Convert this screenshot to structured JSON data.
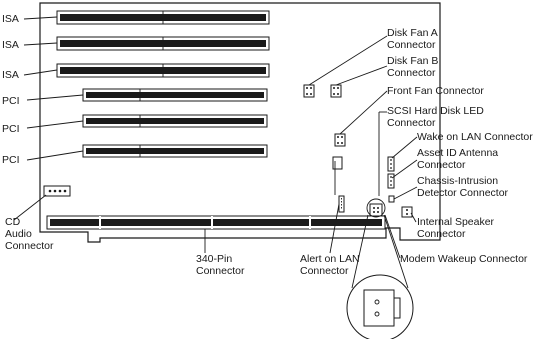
{
  "labels": {
    "isa1": "ISA",
    "isa2": "ISA",
    "isa3": "ISA",
    "pci1": "PCI",
    "pci2": "PCI",
    "pci3": "PCI",
    "cd_audio": [
      "CD",
      "Audio",
      "Connector"
    ],
    "disk_fan_a": [
      "Disk Fan A",
      "Connector"
    ],
    "disk_fan_b": [
      "Disk Fan B",
      "Connector"
    ],
    "front_fan": "Front Fan Connector",
    "scsi_led": [
      "SCSI Hard Disk LED",
      "Connector"
    ],
    "wake_on_lan": "Wake on LAN Connector",
    "asset_id": [
      "Asset ID Antenna",
      "Connector"
    ],
    "chassis_intrusion": [
      "Chassis-Intrusion",
      "Detector Connector"
    ],
    "internal_speaker": [
      "Internal Speaker",
      "Connector"
    ],
    "pin340": [
      "340-Pin",
      "Connector"
    ],
    "alert_on_lan": [
      "Alert on LAN",
      "Connector"
    ],
    "modem_wakeup": "Modem Wakeup Connector"
  }
}
